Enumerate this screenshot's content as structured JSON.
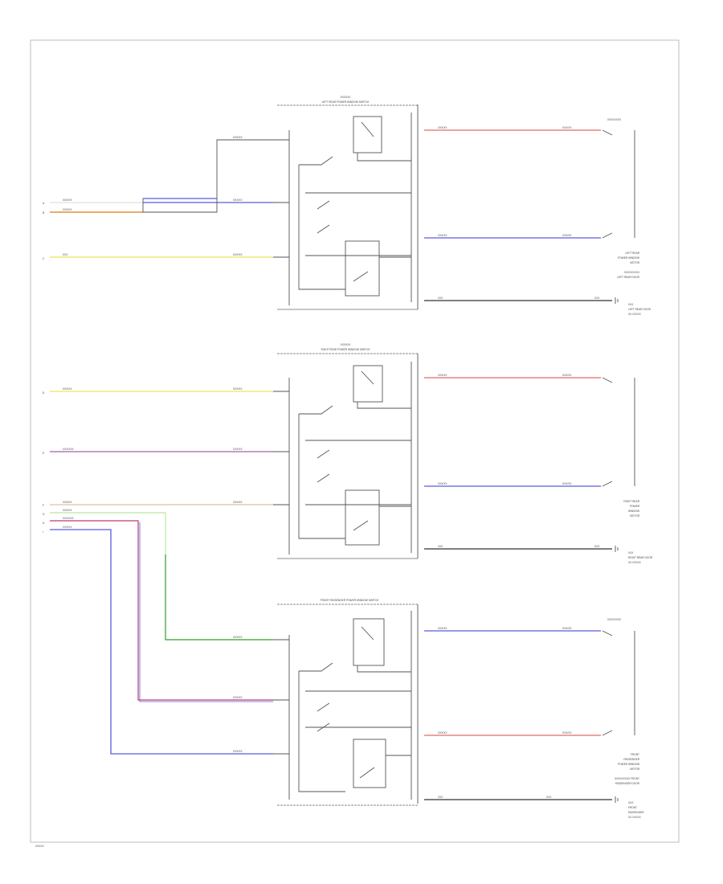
{
  "diagram": {
    "footer_code": "XXXXX",
    "colors": {
      "red": "#e06a6a",
      "blue": "#5a5ae0",
      "orange": "#e0903a",
      "yellow": "#e8e85a",
      "purple": "#a060b8",
      "green": "#3aa03a",
      "light_green": "#b8e8a0",
      "tan": "#d8c8a0",
      "magenta": "#c03a70"
    },
    "modules": [
      {
        "top_label": "XXXXXX",
        "name": "LEFT REAR POWER WINDOW SWITCH",
        "right_top_label": "XXXXXXXX",
        "motor_label": [
          "LEFT REAR",
          "POWER WINDOW",
          "MOTOR",
          "XXXXXXXXX",
          "LEFT REAR DOOR"
        ],
        "ground_label": [
          "XXX",
          "LEFT REAR DOOR",
          "XX XXXXX"
        ],
        "wire_up": "XXX/XX",
        "wire_mid": "XXX/XX",
        "wire_low": "XXX/XX",
        "out_top": "XXX/XX",
        "out_bot": "XXX/XX",
        "gnd_wire": "XXX",
        "gnd_wire2": "XXX"
      },
      {
        "top_label": "XXXXXX",
        "name": "RIGHT REAR POWER WINDOW SWITCH",
        "right_top_label": "",
        "motor_label": [
          "RIGHT REAR",
          "POWER",
          "WINDOW",
          "MOTOR"
        ],
        "ground_label": [
          "XXX",
          "RIGHT REAR DOOR",
          "XX XXXXX"
        ],
        "wire_up": "XXX/XX",
        "wire_mid": "XXX/XX",
        "wire_low": "XXX/XX",
        "out_top": "XXX/XX",
        "out_bot": "XXX/XX",
        "gnd_wire": "XXX",
        "gnd_wire2": "XXX"
      },
      {
        "top_label": "",
        "name": "FRONT PASSENGER POWER WINDOW SWITCH",
        "right_top_label": "XXXXXXXX",
        "motor_label": [
          "FRONT",
          "PASSENGER",
          "POWER WINDOW",
          "MOTOR",
          "XXXXXXXXX FRONT",
          "PASSENGER DOOR"
        ],
        "ground_label": [
          "XXX",
          "FRONT",
          "PASSENGER",
          "XX XXXXX"
        ],
        "wire_up": "XXX/XX",
        "wire_mid": "XXX/XX",
        "wire_low": "XXX/XX",
        "out_top": "XXX/XX",
        "out_bot": "XXX/XX",
        "gnd_wire": "XXX",
        "gnd_wire2": "XXX"
      }
    ],
    "left_wires": {
      "w1_a": "XXX/XX",
      "w1_b": "XX/XXX",
      "w2": "XXX",
      "w3": "XX/XXX",
      "w4": "XXX/XXX",
      "w5": "XXX/XX",
      "w6": "XXX/XX",
      "w7": "XXX/XXX",
      "w8": "XXX/XX"
    },
    "pin_letters": {
      "p1": "A",
      "p2": "B",
      "p3": "C",
      "p4": "D",
      "p5": "E",
      "p6": "F",
      "p7": "G",
      "p8": "H",
      "p9": "I"
    }
  }
}
